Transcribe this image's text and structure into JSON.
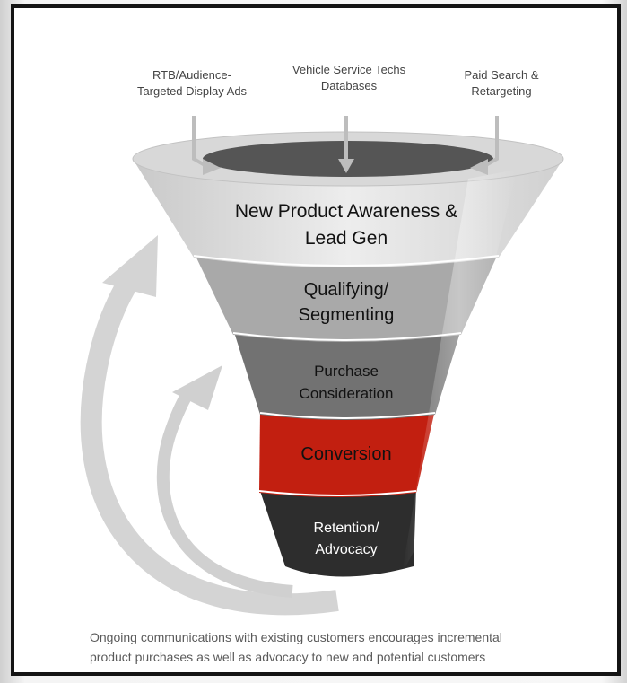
{
  "sources": [
    {
      "label": "RTB/Audience-\nTargeted Display Ads"
    },
    {
      "label": "Vehicle Service Techs\nDatabases"
    },
    {
      "label": "Paid Search &\nRetargeting"
    }
  ],
  "stages": [
    {
      "label": "New Product Awareness &\nLead Gen",
      "color": "#d7d7d7",
      "text_color": "#111111"
    },
    {
      "label": "Qualifying/\nSegmenting",
      "color": "#a9a9a9",
      "text_color": "#111111"
    },
    {
      "label": "Purchase\nConsideration",
      "color": "#727272",
      "text_color": "#111111"
    },
    {
      "label": "Conversion",
      "color": "#c21f10",
      "text_color": "#111111"
    },
    {
      "label": "Retention/\nAdvocacy",
      "color": "#2d2d2d",
      "text_color": "#ffffff"
    }
  ],
  "caption": "Ongoing communications with existing customers encourages incremental\nproduct purchases as well as advocacy to new and potential customers"
}
